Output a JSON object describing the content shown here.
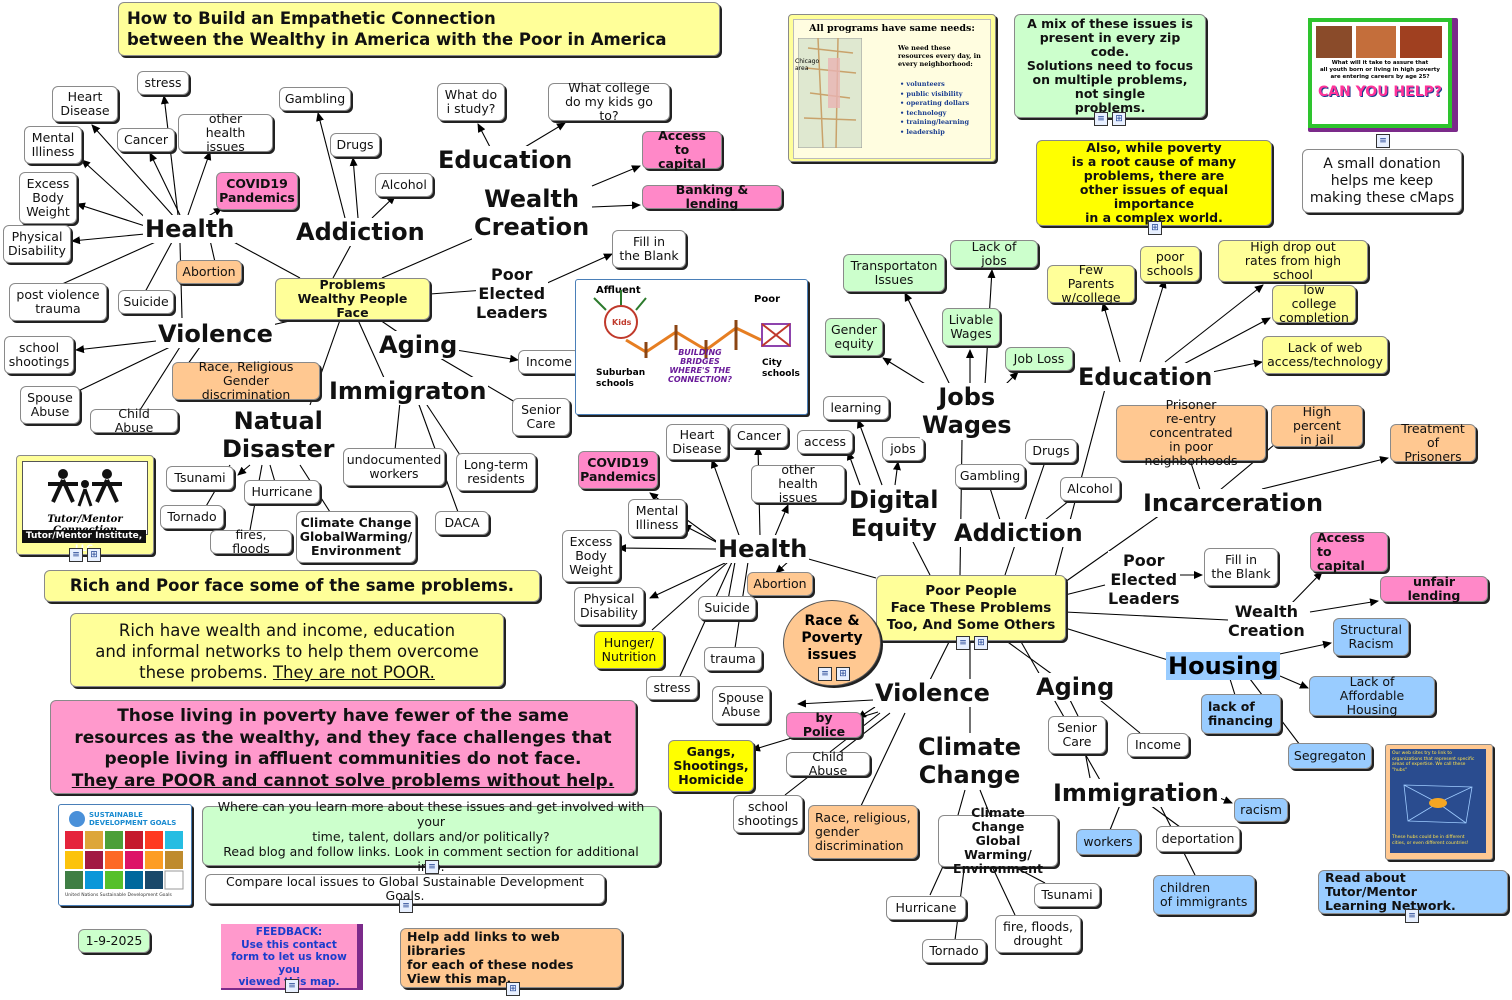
{
  "title": "How to Build an Empathetic Connection\nbetween the Wealthy in America with the Poor in America",
  "left_map": {
    "center": "Problems\nWealthy People Face",
    "health": {
      "hub": "Health",
      "items": [
        "Heart\nDisease",
        "stress",
        "Cancer",
        "other\nhealth issues",
        "Mental\nIlliness",
        "Excess\nBody\nWeight",
        "COVID19\nPandemics",
        "Physical\nDisability",
        "Abortion",
        "post violence\ntrauma",
        "Suicide"
      ]
    },
    "addiction": {
      "hub": "Addiction",
      "items": [
        "Gambling",
        "Drugs",
        "Alcohol"
      ]
    },
    "education": {
      "hub": "Education",
      "items": [
        "What do\ni study?",
        "What college\ndo my kids go to?"
      ]
    },
    "wealth": {
      "hub": "Wealth\nCreation",
      "items": [
        "Access to\ncapital",
        "Banking & lending"
      ]
    },
    "leaders": {
      "hub": "Poor\nElected\nLeaders",
      "items": [
        "Fill in\nthe Blank"
      ]
    },
    "violence": {
      "hub": "Violence",
      "items": [
        "school\nshootings",
        "Spouse\nAbuse",
        "Race, Religious\nGender discrimination",
        "Child Abuse"
      ]
    },
    "aging": {
      "hub": "Aging",
      "items": [
        "Income",
        "Senior\nCare"
      ]
    },
    "immigration": {
      "hub": "Immigraton",
      "items": [
        "undocumented\nworkers",
        "Long-term\nresidents",
        "DACA"
      ]
    },
    "disaster": {
      "hub": "Natual\nDisaster",
      "items": [
        "Tsunami",
        "Hurricane",
        "Tornado",
        "fires, floods",
        "Climate Change\nGlobalWarming/\nEnvironment"
      ]
    }
  },
  "bridge_image": {
    "affluent": "Affluent",
    "poor": "Poor",
    "suburban": "Suburban\nschools",
    "city": "City\nschools",
    "caption": "BUILDING\nBRIDGES\nWHERE'S THE\nCONNECTION?",
    "kids": "Kids"
  },
  "programs_image": {
    "heading": "All programs have same needs:",
    "city": "Chicago\narea",
    "needs_intro": "We need these resources every day, in every neighborhood:",
    "needs": [
      "volunteers",
      "public visibility",
      "operating dollars",
      "technology",
      "training/learning",
      "leadership"
    ]
  },
  "right_map": {
    "center": "Poor People\nFace These Problems\nToo, And Some Others",
    "health": {
      "hub": "Health",
      "items": [
        "Heart\nDisease",
        "Cancer",
        "COVID19\nPandemics",
        "other\nhealth issues",
        "Mental\nIlliness",
        "Excess\nBody\nWeight",
        "Physical\nDisability",
        "Abortion",
        "Suicide",
        "Hunger/\nNutrition",
        "trauma",
        "stress"
      ]
    },
    "digital": {
      "hub": "Digital\nEquity",
      "items": [
        "learning",
        "access",
        "jobs"
      ]
    },
    "jobs": {
      "hub": "Jobs\nWages",
      "items": [
        "Transportaton\nIssues",
        "Lack of jobs",
        "Gender\nequity",
        "Livable\nWages",
        "Job Loss"
      ]
    },
    "addiction": {
      "hub": "Addiction",
      "items": [
        "Gambling",
        "Drugs",
        "Alcohol"
      ]
    },
    "education": {
      "hub": "Education",
      "items": [
        "Few Parents\nw/college",
        "poor\nschools",
        "High drop out\nrates from high school",
        "low college\ncompletion",
        "Lack of web\naccess/technology"
      ]
    },
    "incarceration": {
      "hub": "Incarceration",
      "items": [
        "Prisoner\nre-entry concentrated\nin poor neighborhoods",
        "High percent\nin jail",
        "Treatment\nof Prisoners"
      ]
    },
    "leaders": {
      "hub": "Poor\nElected\nLeaders",
      "items": [
        "Fill in\nthe Blank"
      ]
    },
    "wealth": {
      "hub": "Wealth\nCreation",
      "items": [
        "Access\nto capital",
        "unfair lending"
      ]
    },
    "housing": {
      "hub": "Housing",
      "items": [
        "Structural\nRacism",
        "Lack of Affordable\nHousing",
        "lack of\nfinancing",
        "Segregaton"
      ]
    },
    "violence": {
      "hub": "Violence",
      "items": [
        "Spouse\nAbuse",
        "by Police",
        "Gangs,\nShootings,\nHomicide",
        "Child Abuse",
        "school\nshootings",
        "Race, religious,\ngender\ndiscrimination"
      ]
    },
    "climate": {
      "hub": "Climate\nChange",
      "items": [
        "Climate Change\nGlobal Warming/\nEnvironment",
        "Hurricane",
        "Tornado",
        "fire, floods,\ndrought",
        "Tsunami"
      ]
    },
    "aging": {
      "hub": "Aging",
      "items": [
        "Senior\nCare",
        "Income"
      ]
    },
    "immigration": {
      "hub": "Immigration",
      "items": [
        "racism",
        "workers",
        "deportation",
        "children\nof immigrants"
      ]
    },
    "race": "Race &\nPoverty\nissues"
  },
  "notes": {
    "mix": "A mix of these issues is\npresent in every zip code.\nSolutions need  to focus\non multiple problems,\nnot single\nproblems.",
    "also": "Also, while poverty\nis a root cause of many\nproblems, there are\nother issues of equal importance\nin a complex world.",
    "donation": "A small donation\nhelps me keep\nmaking these cMaps",
    "rich_poor_same": "Rich and Poor face some of the same problems.",
    "rich_have_1": "Rich have wealth and income, education\nand informal networks to help them overcome\nthese probems.  ",
    "rich_have_2": "They are not POOR.",
    "poverty_1": "Those living in poverty have fewer of the same\nresources as the wealthy, and they face challenges that\npeople living in affluent communities do not face.",
    "poverty_2": "They are POOR and cannot solve problems without help.",
    "learn_more": "Where can you learn more about these issues and get involved with your\ntime, talent, dollars and/or politically?\nRead blog and follow links. Look in comment section for additional info.",
    "compare": "Compare local issues to Global Sustainable Development Goals.",
    "date": "1-9-2025",
    "feedback": "FEEDBACK:\nUse this contact\nform to let us know you\nviewed this map.",
    "help_links": "Help add links to web libraries\nfor each of these nodes\nView this map.",
    "read_about": "Read about Tutor/Mentor\nLearning Network.",
    "logo_name": "Tutor/Mentor\nConnection",
    "logo_caption": "Tutor/Mentor Institute, LLC",
    "sdg_title": "SUSTAINABLE\nDEVELOPMENT GOALS",
    "sdg_caption": "United Nations Sustainable Development Goals",
    "poster_question": "What will it take to assure that\nall youth born or living in high poverty\nare entering careers by age 25?",
    "poster_headline": "CAN YOU HELP?",
    "hubs_text": "Our web sites try to link to\norganizations that represent specific\nareas of expertise. We call these\n\"hubs\"",
    "hubs_text2": "These hubs could be in different\ncities, or even different countries!"
  },
  "colors": {
    "pink": "#ff88c8",
    "yellow": "#ffff99",
    "bright_yellow": "#ffff00",
    "green": "#ccffcc",
    "blue": "#99ccff",
    "orange": "#ffc891",
    "grey": "#eef3f3"
  }
}
